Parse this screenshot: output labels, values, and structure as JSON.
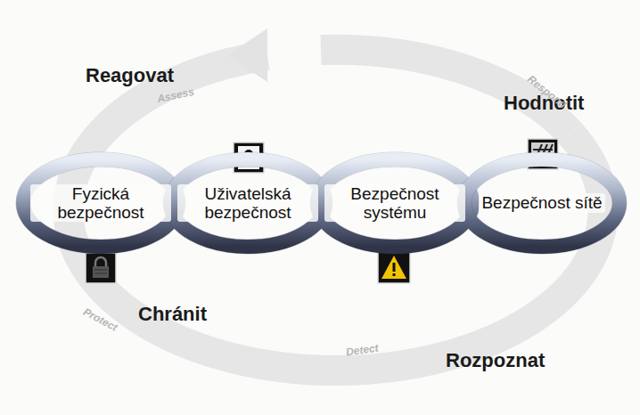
{
  "diagram": {
    "nodes": [
      {
        "text": [
          "Fyzická bezpečnost"
        ]
      },
      {
        "text": [
          "Uživatelská bezpečnost"
        ]
      },
      {
        "text": [
          "Bezpečnost systému"
        ]
      },
      {
        "text": [
          "Bezpečnost sítě"
        ]
      }
    ],
    "labels": [
      "Reagovat",
      "Hodnotit",
      "Chránit",
      "Rozpoznat",
      "Assess",
      "Respond",
      "Protect",
      "Detect"
    ]
  }
}
